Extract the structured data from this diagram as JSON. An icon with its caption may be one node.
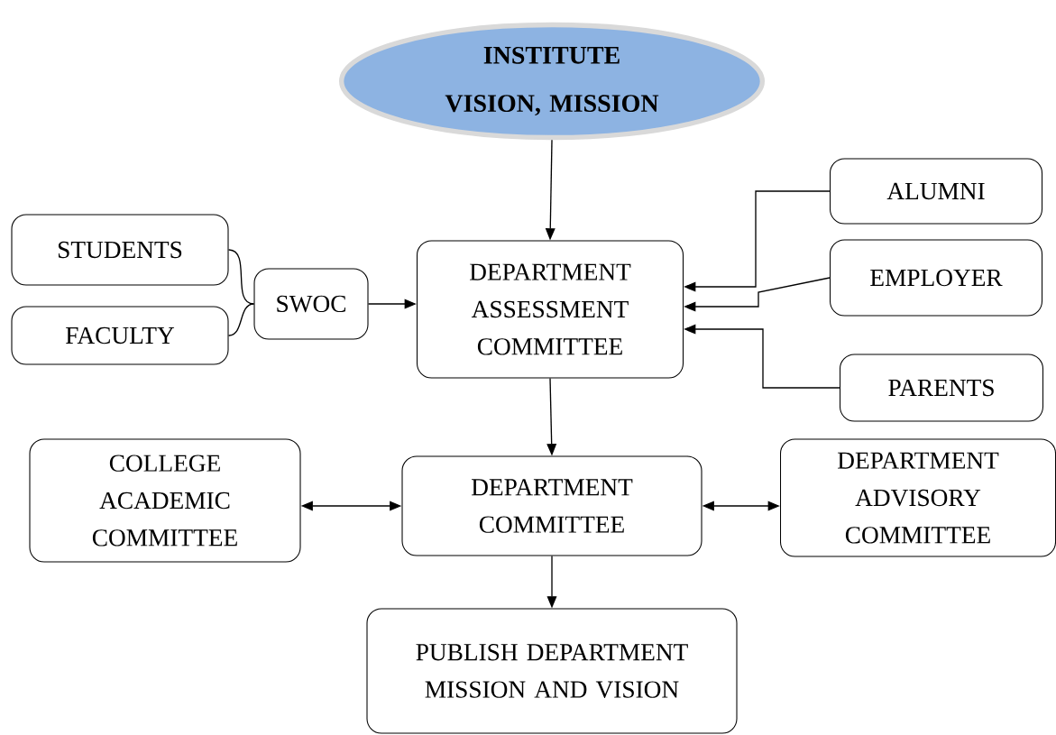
{
  "diagram": {
    "nodes": [
      {
        "text": [
          "INSTITUTE VISION, MISSION"
        ]
      },
      {
        "text": [
          "STUDENTS"
        ]
      },
      {
        "text": [
          "FACULTY"
        ]
      },
      {
        "text": [
          "SWOC"
        ]
      },
      {
        "text": [
          "DEPARTMENT ASSESSMENT COMMITTEE"
        ]
      },
      {
        "text": [
          "ALUMNI"
        ]
      },
      {
        "text": [
          "EMPLOYER"
        ]
      },
      {
        "text": [
          "PARENTS"
        ]
      },
      {
        "text": [
          "COLLEGE ACADEMIC COMMITTEE"
        ]
      },
      {
        "text": [
          "DEPARTMENT COMMITTEE"
        ]
      },
      {
        "text": [
          "DEPARTMENT ADVISORY COMMITTEE"
        ]
      },
      {
        "text": [
          "PUBLISH DEPARTMENT MISSION AND VISION"
        ]
      }
    ],
    "edges": [
      {
        "from": 0,
        "to": 4,
        "arrow": "to"
      },
      {
        "from": 1,
        "to": 3,
        "arrow": "none"
      },
      {
        "from": 2,
        "to": 3,
        "arrow": "none"
      },
      {
        "from": 3,
        "to": 4,
        "arrow": "to"
      },
      {
        "from": 5,
        "to": 4,
        "arrow": "to"
      },
      {
        "from": 6,
        "to": 4,
        "arrow": "to"
      },
      {
        "from": 7,
        "to": 4,
        "arrow": "to"
      },
      {
        "from": 4,
        "to": 9,
        "arrow": "to"
      },
      {
        "from": 9,
        "to": 8,
        "arrow": "both"
      },
      {
        "from": 9,
        "to": 10,
        "arrow": "both"
      },
      {
        "from": 9,
        "to": 11,
        "arrow": "to"
      }
    ]
  }
}
